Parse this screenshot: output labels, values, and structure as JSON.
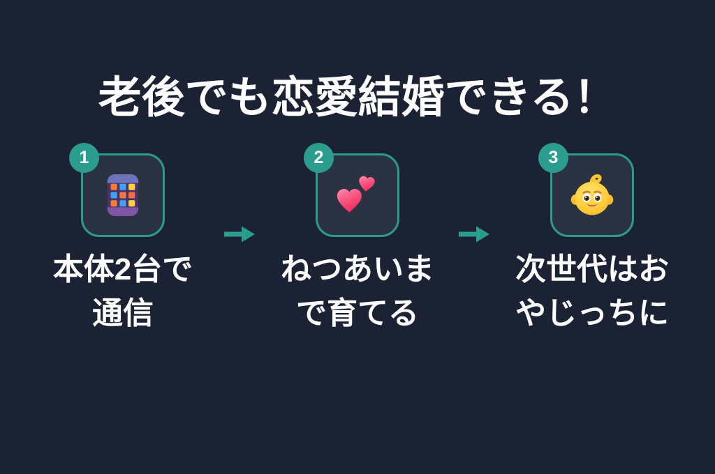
{
  "colors": {
    "background": "#1b2233",
    "accent": "#2a9d8f",
    "card_background": "#2b3342",
    "text": "#ffffff"
  },
  "title": "老後でも恋愛結婚できる！",
  "steps": [
    {
      "number": "1",
      "icon": "phone-with-apps-emoji",
      "caption": "本体2台で\n通信"
    },
    {
      "number": "2",
      "icon": "two-hearts-emoji",
      "caption": "ねつあいま\nで育てる"
    },
    {
      "number": "3",
      "icon": "baby-emoji",
      "caption": "次世代はお\nやじっちに"
    }
  ]
}
